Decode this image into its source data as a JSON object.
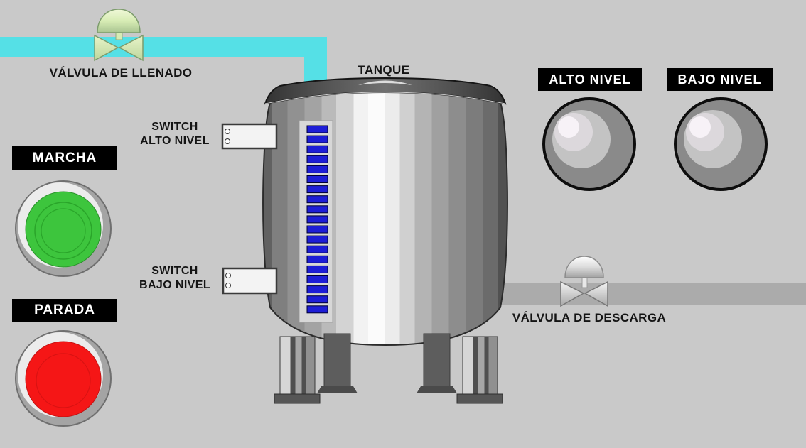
{
  "colors": {
    "background": "#c9c9c9",
    "fill_pipe": "#55e0e6",
    "discharge_pipe": "#ababab",
    "level_segment": "#1d1dd6",
    "start_button": "#3dc53d",
    "stop_button": "#f51616",
    "lamp_body": "#8a8a8a",
    "label_plate_bg": "#000000",
    "label_plate_text": "#ffffff"
  },
  "fill_valve": {
    "label": "VÁLVULA DE LLENADO"
  },
  "tank": {
    "label": "TANQUE",
    "level_segments": 19
  },
  "switches": {
    "high": {
      "line1": "SWITCH",
      "line2": "ALTO NIVEL"
    },
    "low": {
      "line1": "SWITCH",
      "line2": "BAJO NIVEL"
    }
  },
  "buttons": {
    "start": {
      "label": "MARCHA"
    },
    "stop": {
      "label": "PARADA"
    }
  },
  "lamps": {
    "high": {
      "label": "ALTO NIVEL"
    },
    "low": {
      "label": "BAJO NIVEL"
    }
  },
  "discharge_valve": {
    "label": "VÁLVULA DE DESCARGA"
  }
}
